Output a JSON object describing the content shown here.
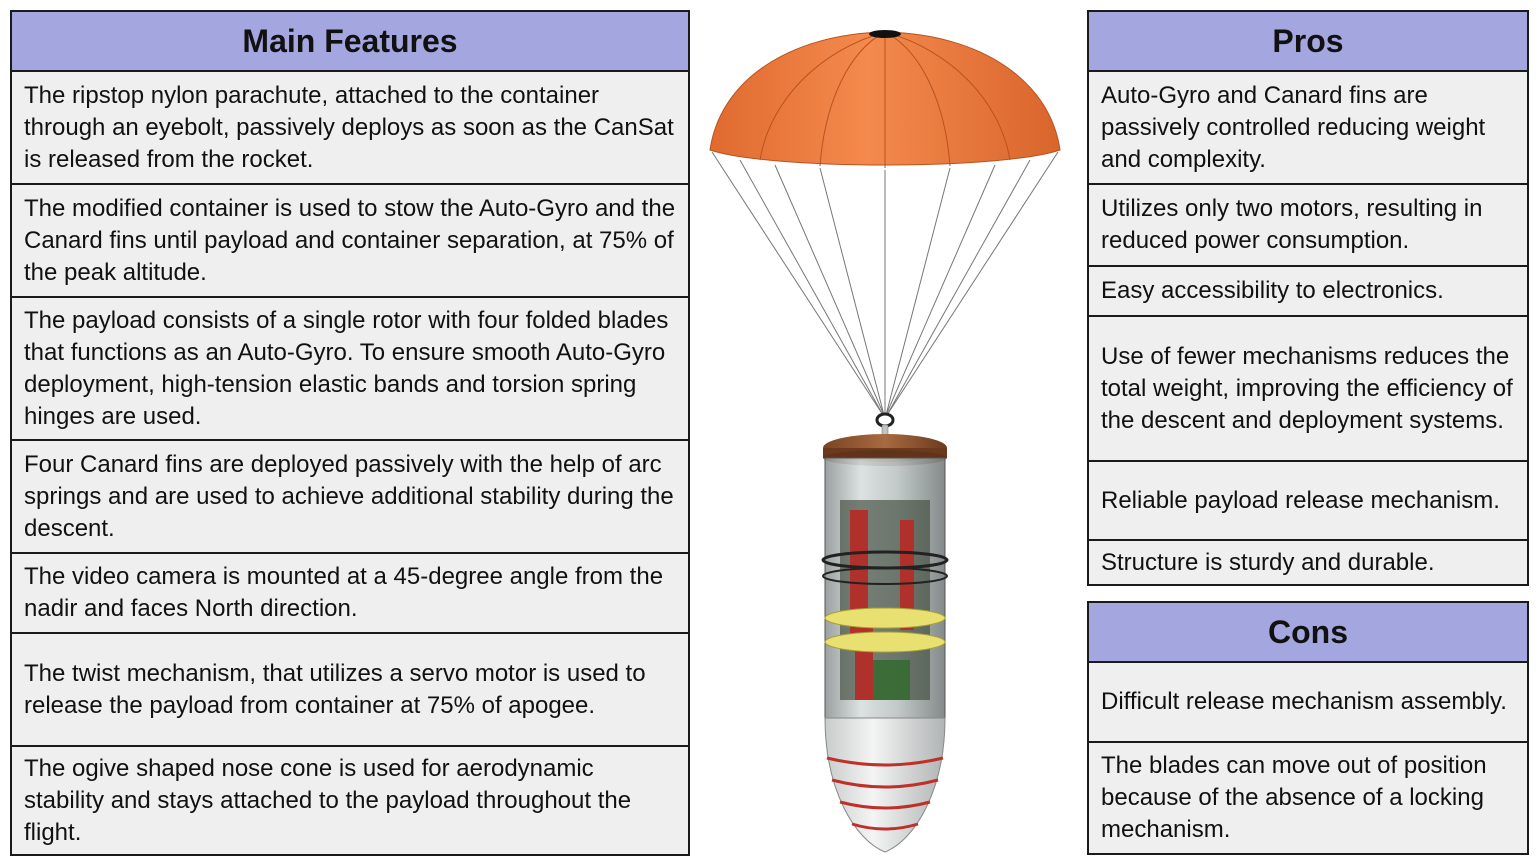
{
  "features": {
    "title": "Main Features",
    "items": [
      "The ripstop nylon parachute, attached to the container through an eyebolt, passively deploys as soon as the CanSat is released from the rocket.",
      "The modified container is used to stow the Auto-Gyro and the Canard fins until payload and container separation, at 75% of the peak altitude.",
      "The payload consists of a single rotor with four folded blades that functions as an Auto-Gyro. To ensure smooth Auto-Gyro deployment, high-tension elastic bands and torsion spring hinges are used.",
      "Four Canard fins are deployed passively with the help of arc springs and are used to achieve additional stability during the descent.",
      "The video camera is mounted at a 45-degree angle from the nadir and faces North direction.",
      "The twist mechanism, that utilizes a servo motor is used to release the payload from container at 75% of apogee.",
      "The ogive shaped nose cone is used for aerodynamic stability and stays attached to the payload throughout the flight."
    ]
  },
  "pros": {
    "title": "Pros",
    "items": [
      "Auto-Gyro and Canard fins are passively controlled reducing weight and complexity.",
      "Utilizes only two motors, resulting in reduced power consumption.",
      "Easy accessibility to electronics.",
      "Use of fewer mechanisms reduces the total weight, improving the efficiency of the descent and deployment systems.",
      "Reliable payload release mechanism.",
      "Structure is sturdy and durable."
    ]
  },
  "cons": {
    "title": "Cons",
    "items": [
      "Difficult release mechanism assembly.",
      "The blades can move out of position because of the absence of a locking mechanism."
    ]
  },
  "colors": {
    "header_fill": "#a4a6df",
    "cell_fill": "#efefef",
    "border": "#1a1a1a",
    "parachute": "#ef7a3f",
    "band": "#c0302b"
  }
}
